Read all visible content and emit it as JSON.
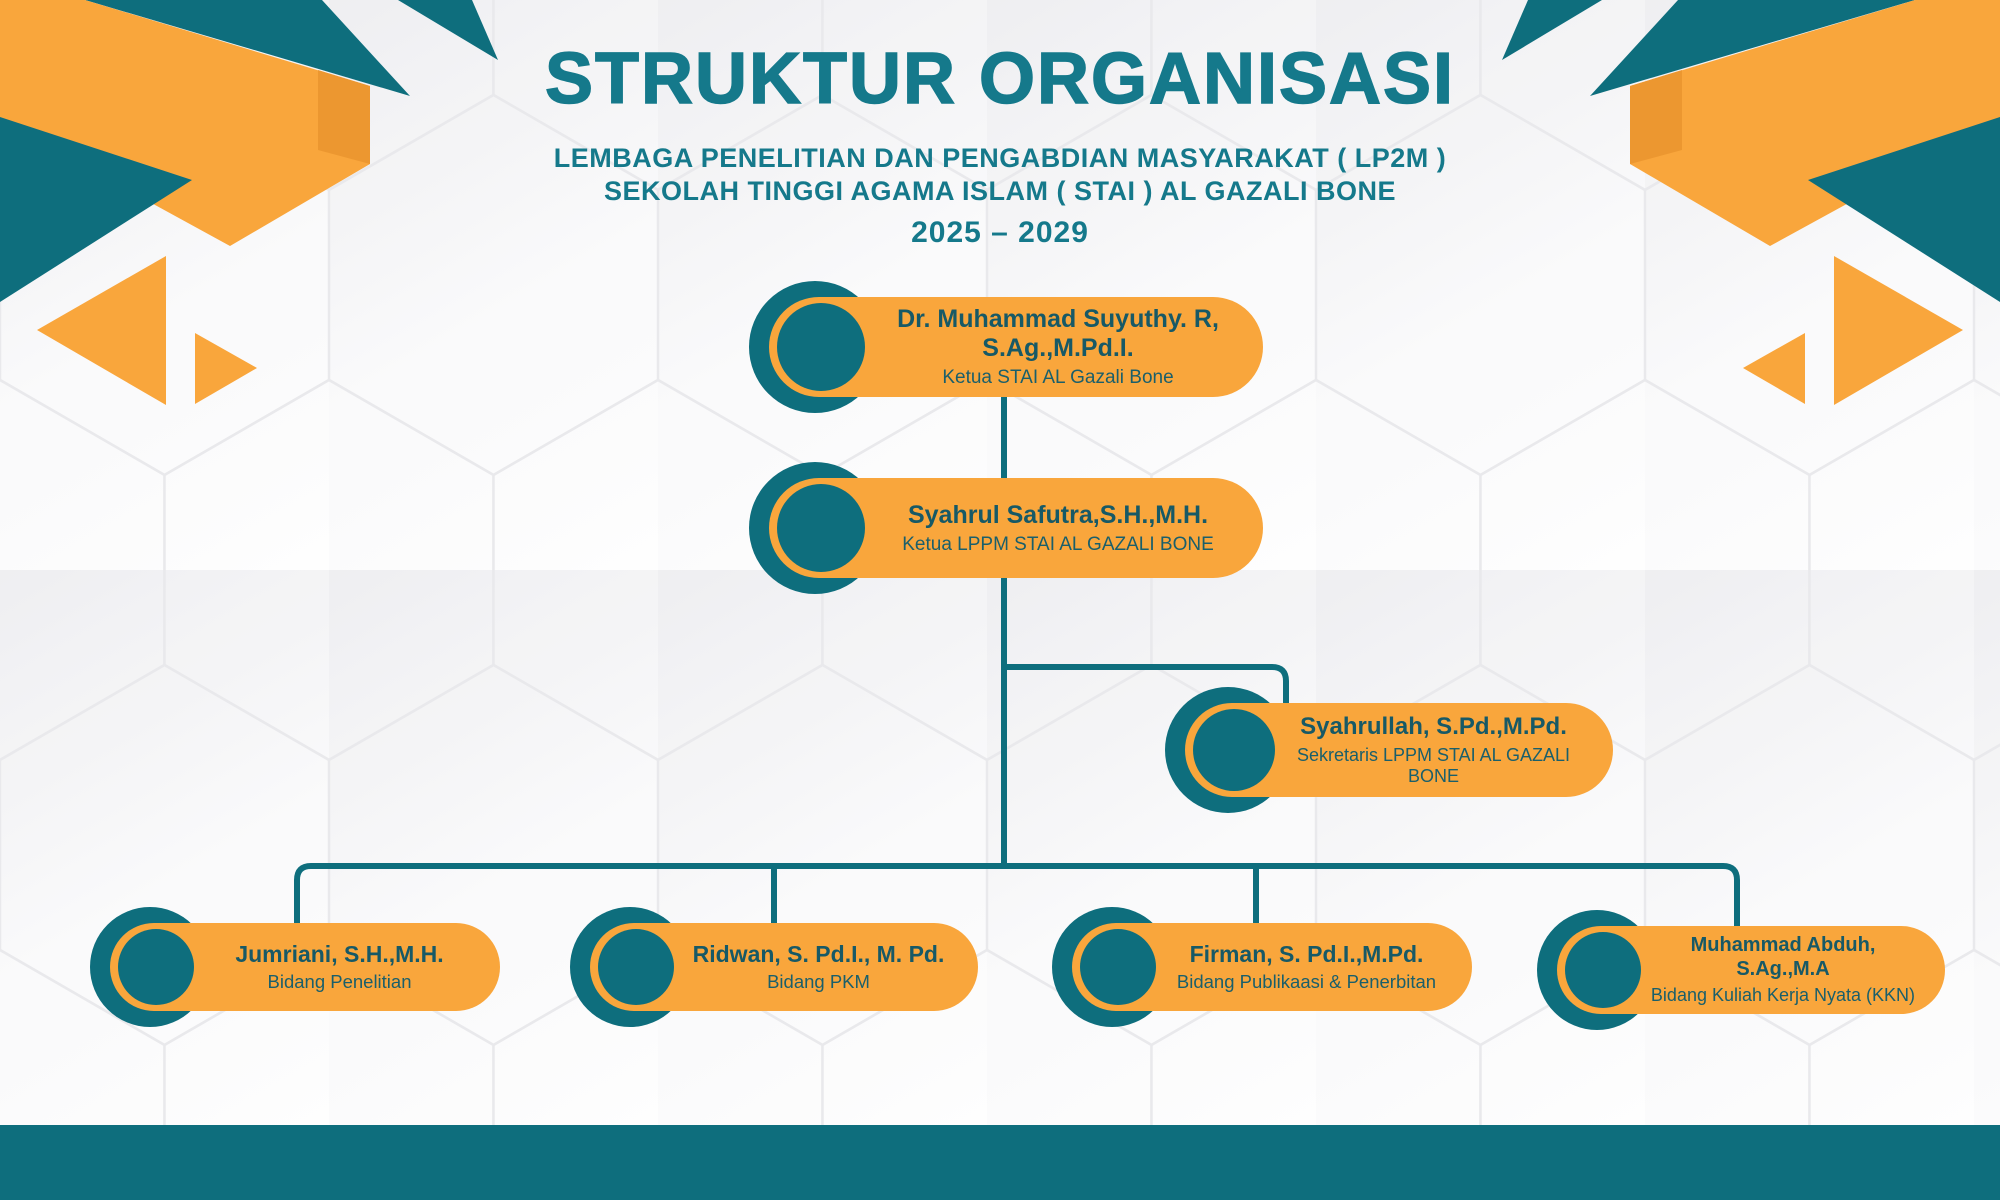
{
  "header": {
    "title": "STRUKTUR ORGANISASI",
    "subtitle_line1": "LEMBAGA PENELITIAN DAN PENGABDIAN MASYARAKAT ( LP2M )",
    "subtitle_line2": "SEKOLAH TINGGI AGAMA ISLAM ( STAI ) AL GAZALI BONE",
    "period": "2025 – 2029"
  },
  "org": {
    "nodes": [
      {
        "name": "Dr. Muhammad Suyuthy. R, S.Ag.,M.Pd.I.",
        "role": "Ketua STAI AL Gazali Bone"
      },
      {
        "name": "Syahrul Safutra,S.H.,M.H.",
        "role": "Ketua LPPM STAI AL GAZALI BONE"
      },
      {
        "name": "Syahrullah, S.Pd.,M.Pd.",
        "role": "Sekretaris LPPM STAI AL GAZALI BONE"
      },
      {
        "name": "Jumriani, S.H.,M.H.",
        "role": "Bidang Penelitian"
      },
      {
        "name": "Ridwan, S. Pd.I., M. Pd.",
        "role": "Bidang PKM"
      },
      {
        "name": "Firman, S. Pd.I.,M.Pd.",
        "role": "Bidang Publikaasi & Penerbitan"
      },
      {
        "name": "Muhammad Abduh, S.Ag.,M.A",
        "role": "Bidang Kuliah Kerja Nyata (KKN)"
      }
    ]
  },
  "colors": {
    "teal": "#0e6e7d",
    "teal_title": "#15798b",
    "orange": "#f9a63c",
    "orange_dark": "#ec9730",
    "name_text": "#175966",
    "role_text": "#1a5f6b"
  }
}
